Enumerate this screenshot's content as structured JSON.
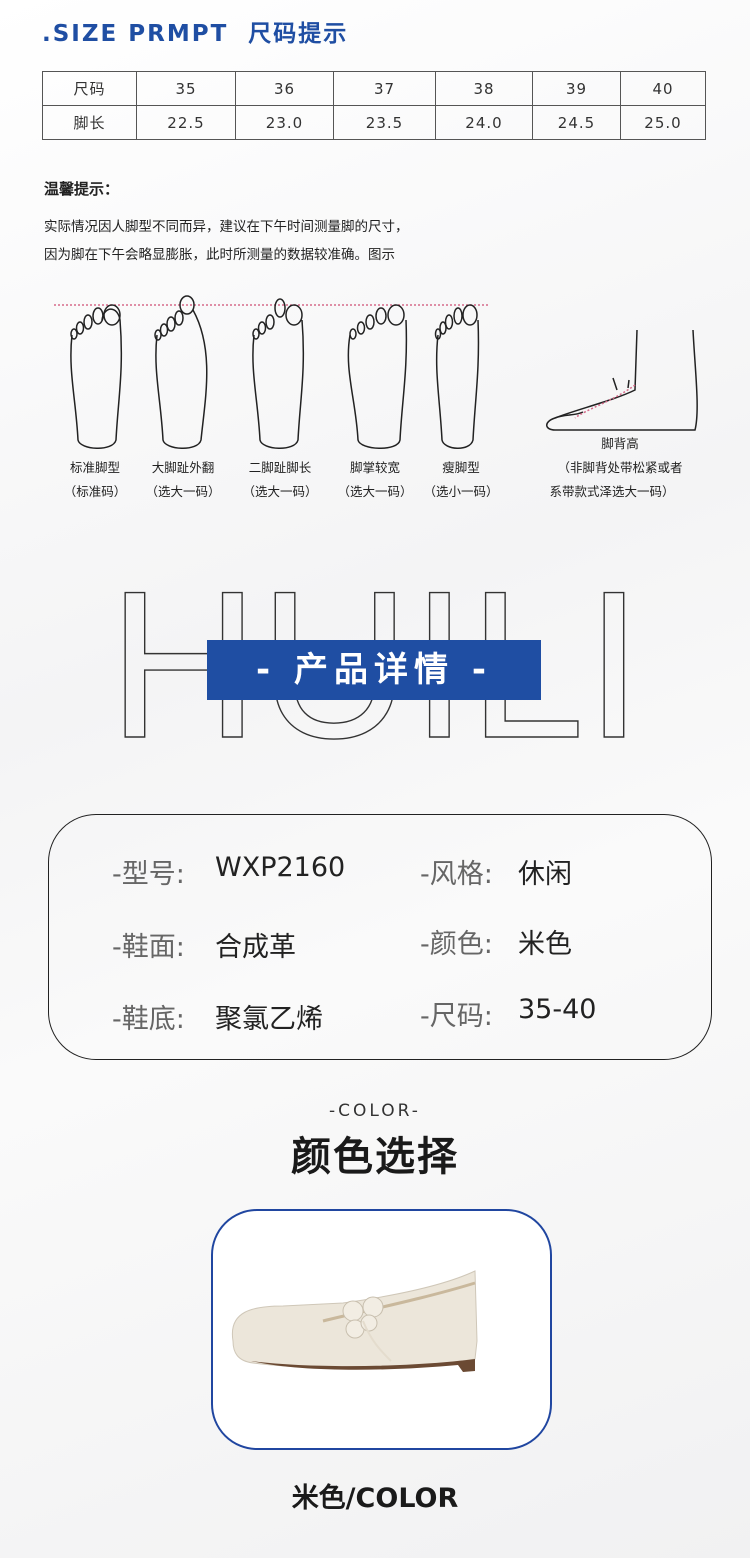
{
  "header": {
    "title_en": ".SIZE PRMPT",
    "title_cn": "尺码提示"
  },
  "size_table": {
    "rows": [
      {
        "label": "尺码",
        "values": [
          "35",
          "36",
          "37",
          "38",
          "39",
          "40"
        ]
      },
      {
        "label": "脚长",
        "values": [
          "22.5",
          "23.0",
          "23.5",
          "24.0",
          "24.5",
          "25.0"
        ]
      }
    ]
  },
  "tip": {
    "heading": "温馨提示：",
    "lines": [
      "实际情况因人脚型不同而异，建议在下午时间测量脚的尺寸，",
      "因为脚在下午会略显膨胀，此时所测量的数据较准确。图示"
    ]
  },
  "foot_types": [
    {
      "name": "标准脚型",
      "advice": "（标准码）"
    },
    {
      "name": "大脚趾外翻",
      "advice": "（选大一码）"
    },
    {
      "name": "二脚趾脚长",
      "advice": "（选大一码）"
    },
    {
      "name": "脚掌较宽",
      "advice": "（选大一码）"
    },
    {
      "name": "瘦脚型",
      "advice": "（选小一码）"
    }
  ],
  "instep": {
    "name": "脚背高",
    "advice_1": "（非脚背处带松紧或者",
    "advice_2": "系带款式泽选大一码）"
  },
  "brand_watermark": "HUILI",
  "section_banner": "- 产品详情 -",
  "specs": [
    {
      "label": "-型号:",
      "value": "WXP2160"
    },
    {
      "label": "-风格:",
      "value": "休闲"
    },
    {
      "label": "-鞋面:",
      "value": "合成革"
    },
    {
      "label": "-颜色:",
      "value": "米色"
    },
    {
      "label": "-鞋底:",
      "value": "聚氯乙烯"
    },
    {
      "label": "-尺码:",
      "value": "35-40"
    }
  ],
  "color_section": {
    "subtitle": "-COLOR-",
    "title": "颜色选择",
    "caption": "米色/COLOR"
  },
  "colors": {
    "accent": "#1f4ea3",
    "shoe": "#ece6da"
  }
}
